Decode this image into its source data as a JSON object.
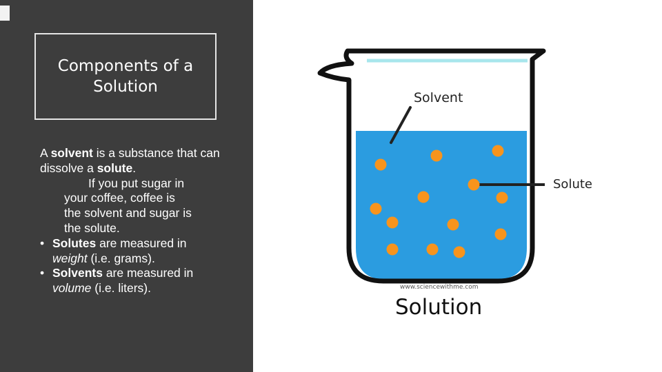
{
  "slide": {
    "title": "Components of a Solution",
    "intro": {
      "p1": "A ",
      "solvent_word": "solvent",
      "p2": " is a substance that can dissolve a ",
      "solute_word": "solute",
      "p3": "."
    },
    "example_line1": "If you put sugar in",
    "example_line2": "your coffee, coffee is",
    "example_line3": "the solvent and sugar is",
    "example_line4": "the solute.",
    "bullets": [
      {
        "marker": "•",
        "bold": "Solutes",
        "mid": " are measured in",
        "italic": "weight",
        "end": " (i.e. grams)."
      },
      {
        "marker": "•",
        "bold": "Solvents",
        "mid": " are measured in",
        "italic": "volume",
        "end": " (i.e. liters)."
      }
    ]
  },
  "diagram": {
    "solvent_label": "Solvent",
    "solute_label": "Solute",
    "watermark": "www.sciencewithme.com",
    "caption": "Solution",
    "colors": {
      "liquid": "#2b9ce0",
      "particles": "#f7941d",
      "outline": "#111111",
      "panel": "#3d3d3d"
    }
  }
}
